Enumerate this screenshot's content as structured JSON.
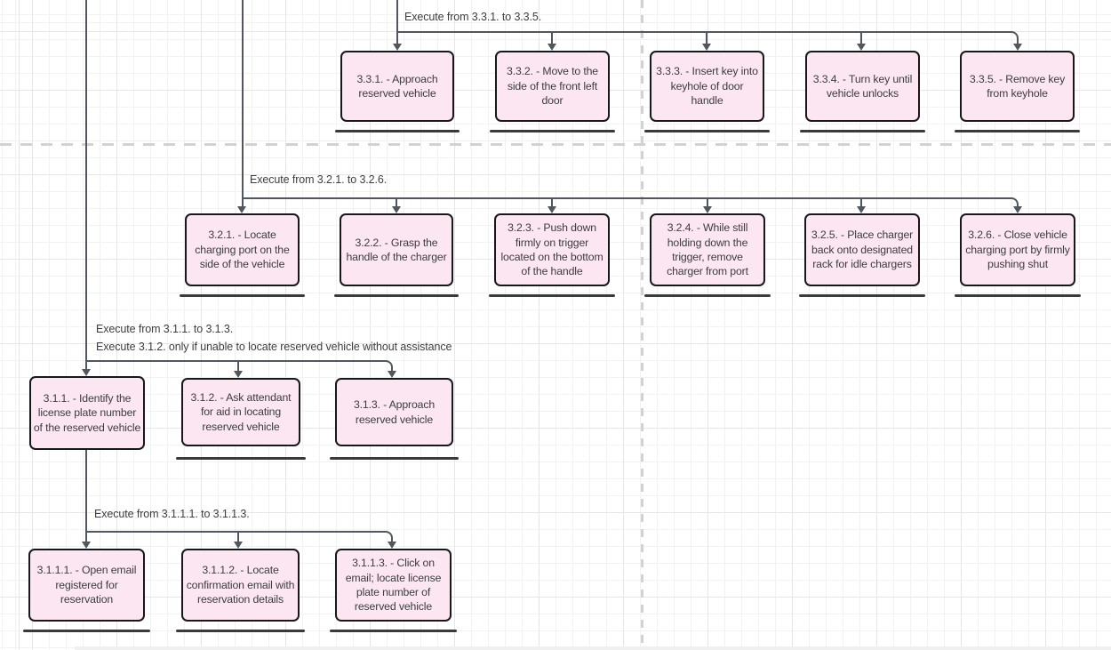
{
  "diagram": {
    "edge_labels": {
      "g33": "Execute from 3.3.1. to 3.3.5.",
      "g32": "Execute from 3.2.1. to 3.2.6.",
      "g31_line1": "Execute from 3.1.1. to 3.1.3.",
      "g31_line2": "Execute 3.1.2. only if unable to locate reserved vehicle without assistance",
      "g311": "Execute from 3.1.1.1. to 3.1.1.3."
    },
    "nodes": {
      "n331": "3.3.1. - Approach reserved vehicle",
      "n332": "3.3.2. - Move to the side of the front left door",
      "n333": "3.3.3. - Insert key into keyhole of door handle",
      "n334": "3.3.4. - Turn key until vehicle unlocks",
      "n335": "3.3.5. - Remove key from keyhole",
      "n321": "3.2.1. - Locate charging port on the side of the vehicle",
      "n322": "3.2.2. - Grasp the handle of the charger",
      "n323": "3.2.3. - Push down firmly on trigger located on the bottom of the handle",
      "n324": "3.2.4. - While still holding down the trigger, remove charger from port",
      "n325": "3.2.5. - Place charger back onto designated rack for idle chargers",
      "n326": "3.2.6. - Close vehicle charging port by firmly pushing shut",
      "n311": "3.1.1. - Identify the license plate number of the reserved vehicle",
      "n312": "3.1.2. - Ask attendant for aid in locating reserved vehicle",
      "n313": "3.1.3. - Approach reserved vehicle",
      "n3111": "3.1.1.1. - Open email registered for reservation",
      "n3112": "3.1.1.2. - Locate confirmation email with reservation details",
      "n3113": "3.1.1.3. - Click on email; locate license plate number of reserved vehicle"
    },
    "colors": {
      "node_fill": "#fbe6f2",
      "node_border": "#18181c",
      "connector": "#51575e",
      "separator_dash": "#d2d2d2",
      "node_text": "#3c3c41"
    }
  }
}
